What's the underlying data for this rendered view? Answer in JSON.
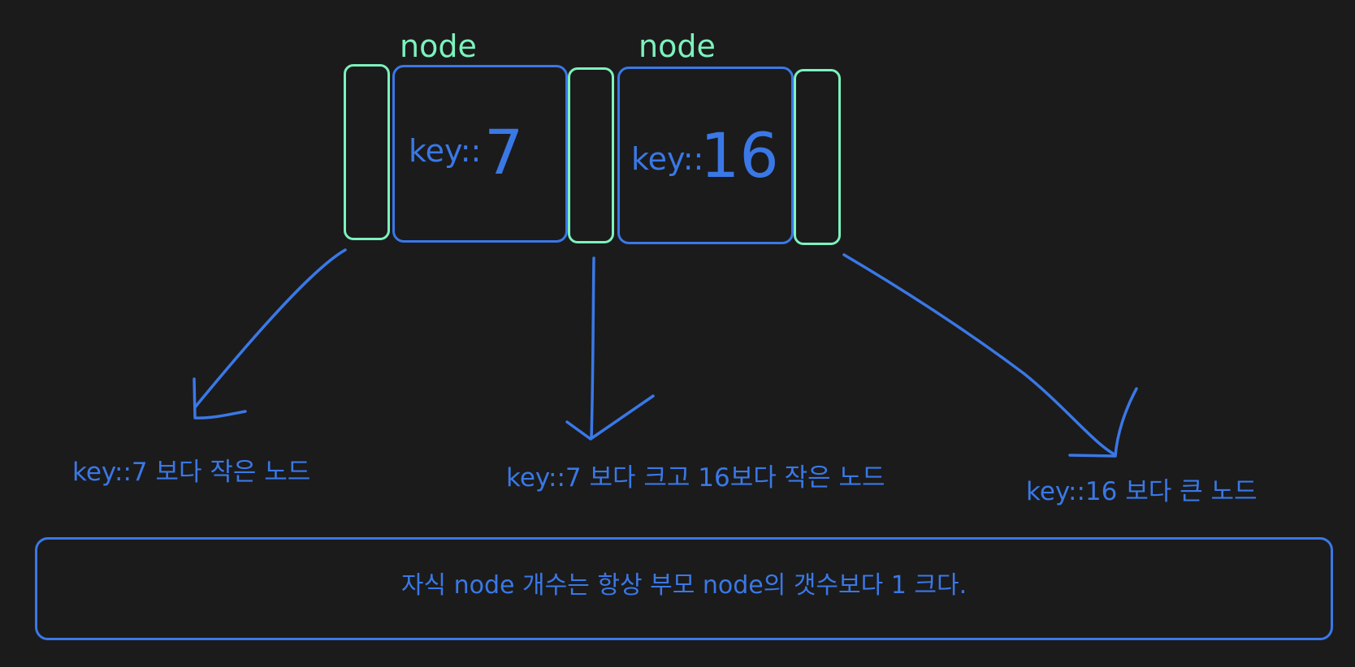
{
  "diagram": {
    "node_labels": [
      "node",
      "node"
    ],
    "keys": [
      {
        "prefix": "key::",
        "value": "7"
      },
      {
        "prefix": "key::",
        "value": "16"
      }
    ],
    "children": [
      {
        "label": "key::7 보다 작은 노드"
      },
      {
        "label": "key::7 보다 크고 16보다 작은 노드"
      },
      {
        "label": "key::16 보다 큰 노드"
      }
    ],
    "note": "자식 node 개수는 항상 부모 node의 갯수보다 1 크다."
  },
  "colors": {
    "background": "#1b1b1c",
    "pointer_green": "#7cf2bd",
    "key_blue": "#3a78e6"
  }
}
